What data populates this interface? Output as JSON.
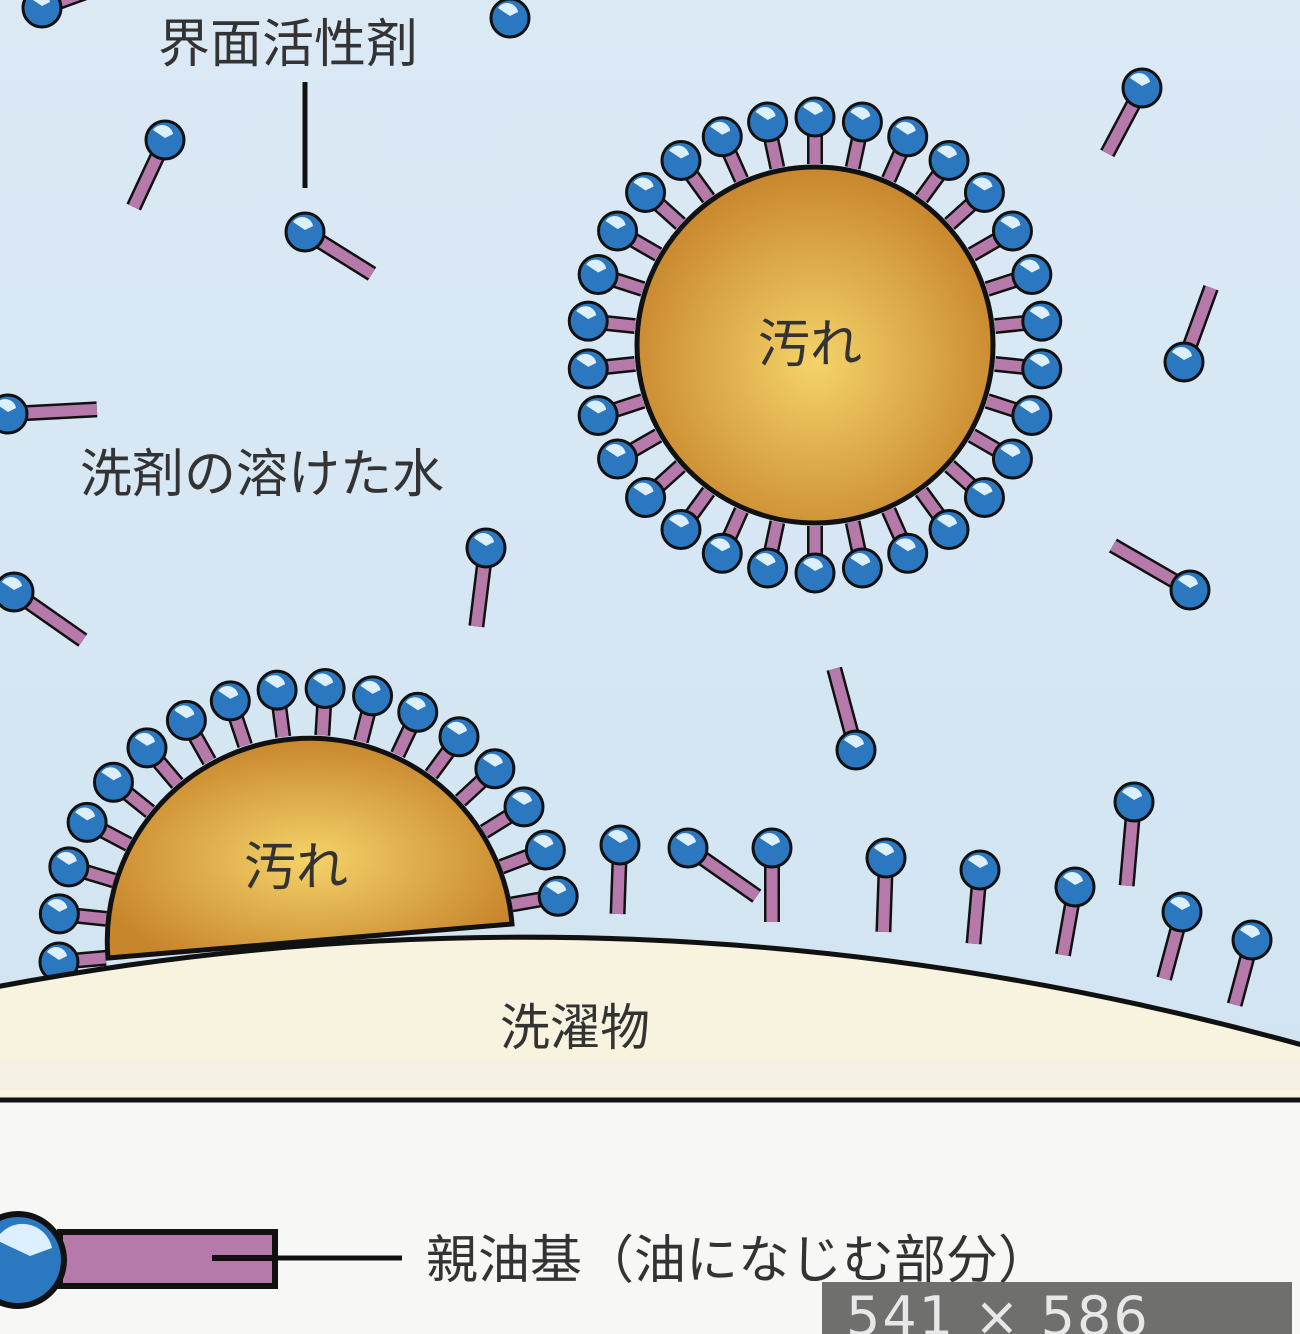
{
  "labels": {
    "surfactant": "界面活性剤",
    "water": "洗剤の溶けた水",
    "dirt": "汚れ",
    "laundry": "洗濯物",
    "lipophilic": "親油基（油になじむ部分）"
  },
  "badge": {
    "text": "541 × 586"
  },
  "colors": {
    "water_bg": "#d7e8f4",
    "head": "#2c78c0",
    "head_highlight": "#dcefff",
    "tail": "#b57aaa",
    "dirt_center": "#f4d36a",
    "dirt_edge": "#c8862c",
    "laundry": "#f7f3df",
    "outline": "#111111"
  }
}
